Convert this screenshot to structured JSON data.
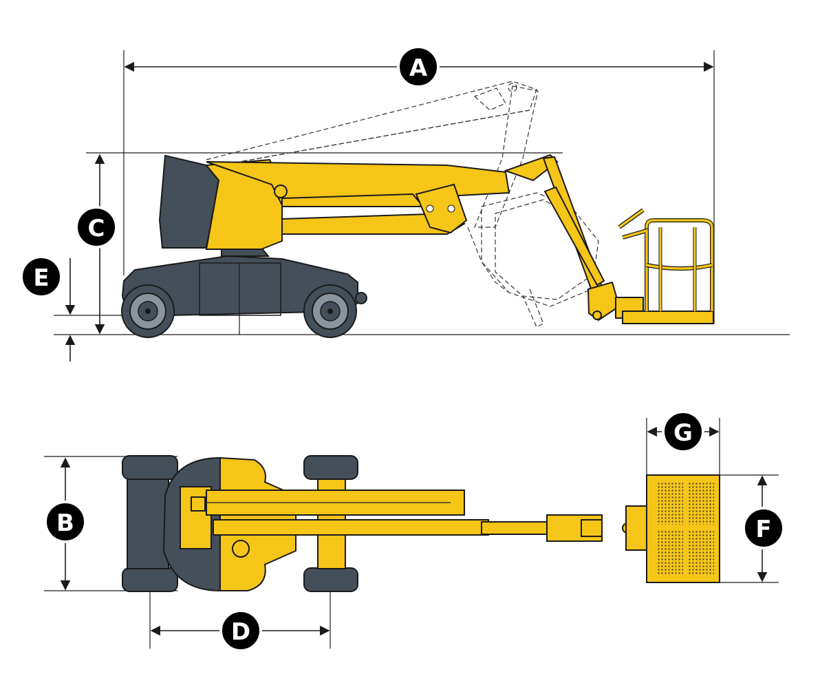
{
  "colors": {
    "machine_yellow": "#F5C518",
    "chassis_grey": "#454F59",
    "outline": "#1A1A1A",
    "label_bg": "#000000",
    "label_text": "#FFFFFF"
  },
  "dimension_labels": {
    "A": "A",
    "B": "B",
    "C": "C",
    "D": "D",
    "E": "E",
    "F": "F",
    "G": "G"
  },
  "views": [
    "side-view",
    "top-view"
  ]
}
